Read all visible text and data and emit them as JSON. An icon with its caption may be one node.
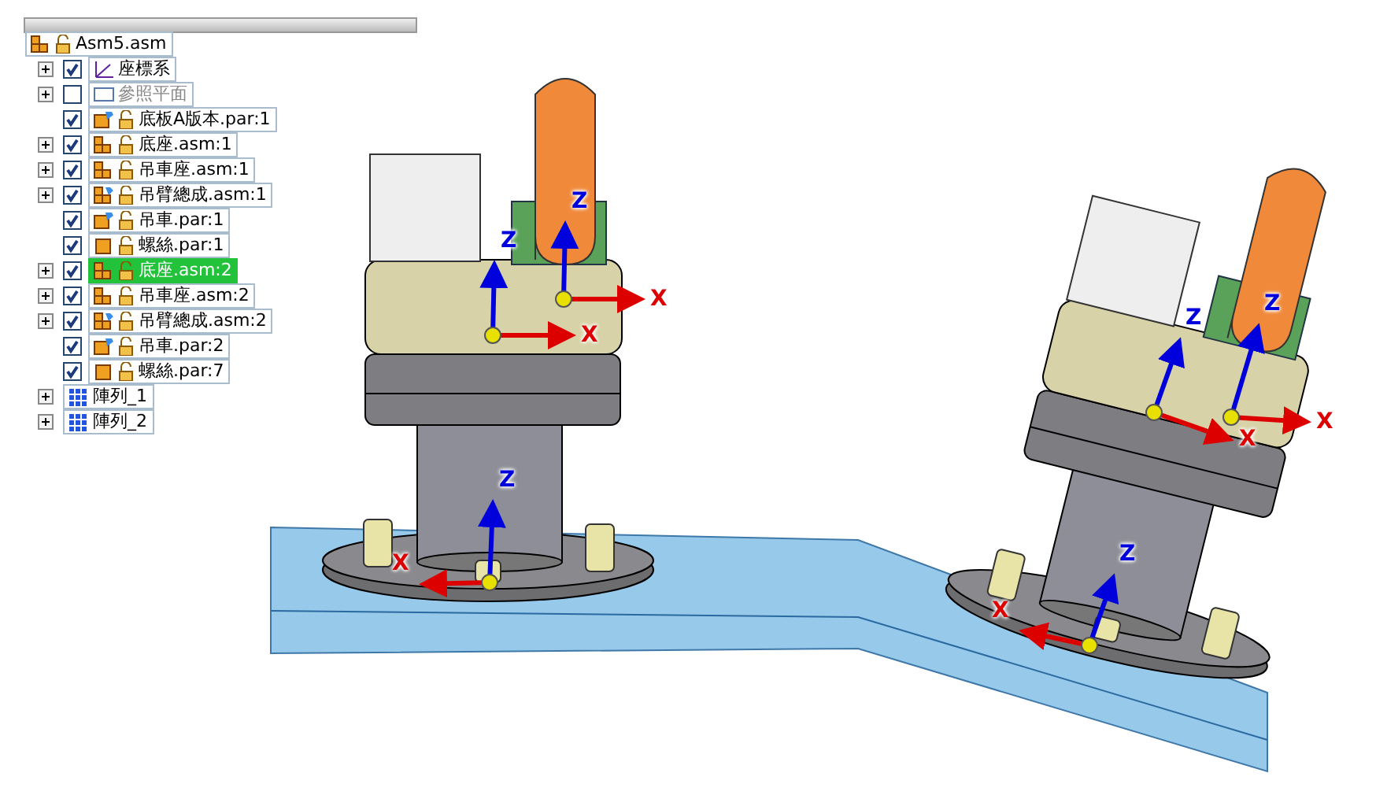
{
  "diagram": {
    "nodes": [
      {
        "text": [
          "Asm5.asm"
        ]
      },
      {
        "text": [
          "座標系"
        ]
      },
      {
        "text": [
          "參照平面"
        ]
      },
      {
        "text": [
          "底板A版本.par:1"
        ]
      },
      {
        "text": [
          "底座.asm:1"
        ]
      },
      {
        "text": [
          "吊車座.asm:1"
        ]
      },
      {
        "text": [
          "吊臂總成.asm:1"
        ]
      },
      {
        "text": [
          "吊車.par:1"
        ]
      },
      {
        "text": [
          "螺絲.par:1"
        ]
      },
      {
        "text": [
          "底座.asm:2"
        ]
      },
      {
        "text": [
          "吊車座.asm:2"
        ]
      },
      {
        "text": [
          "吊臂總成.asm:2"
        ]
      },
      {
        "text": [
          "吊車.par:2"
        ]
      },
      {
        "text": [
          "螺絲.par:7"
        ]
      },
      {
        "text": [
          "陣列_1"
        ]
      },
      {
        "text": [
          "陣列_2"
        ]
      }
    ],
    "labels": [
      "Z",
      "X",
      "Z",
      "X",
      "Z",
      "X",
      "Z",
      "X",
      "Z",
      "X",
      "Z",
      "X"
    ]
  }
}
